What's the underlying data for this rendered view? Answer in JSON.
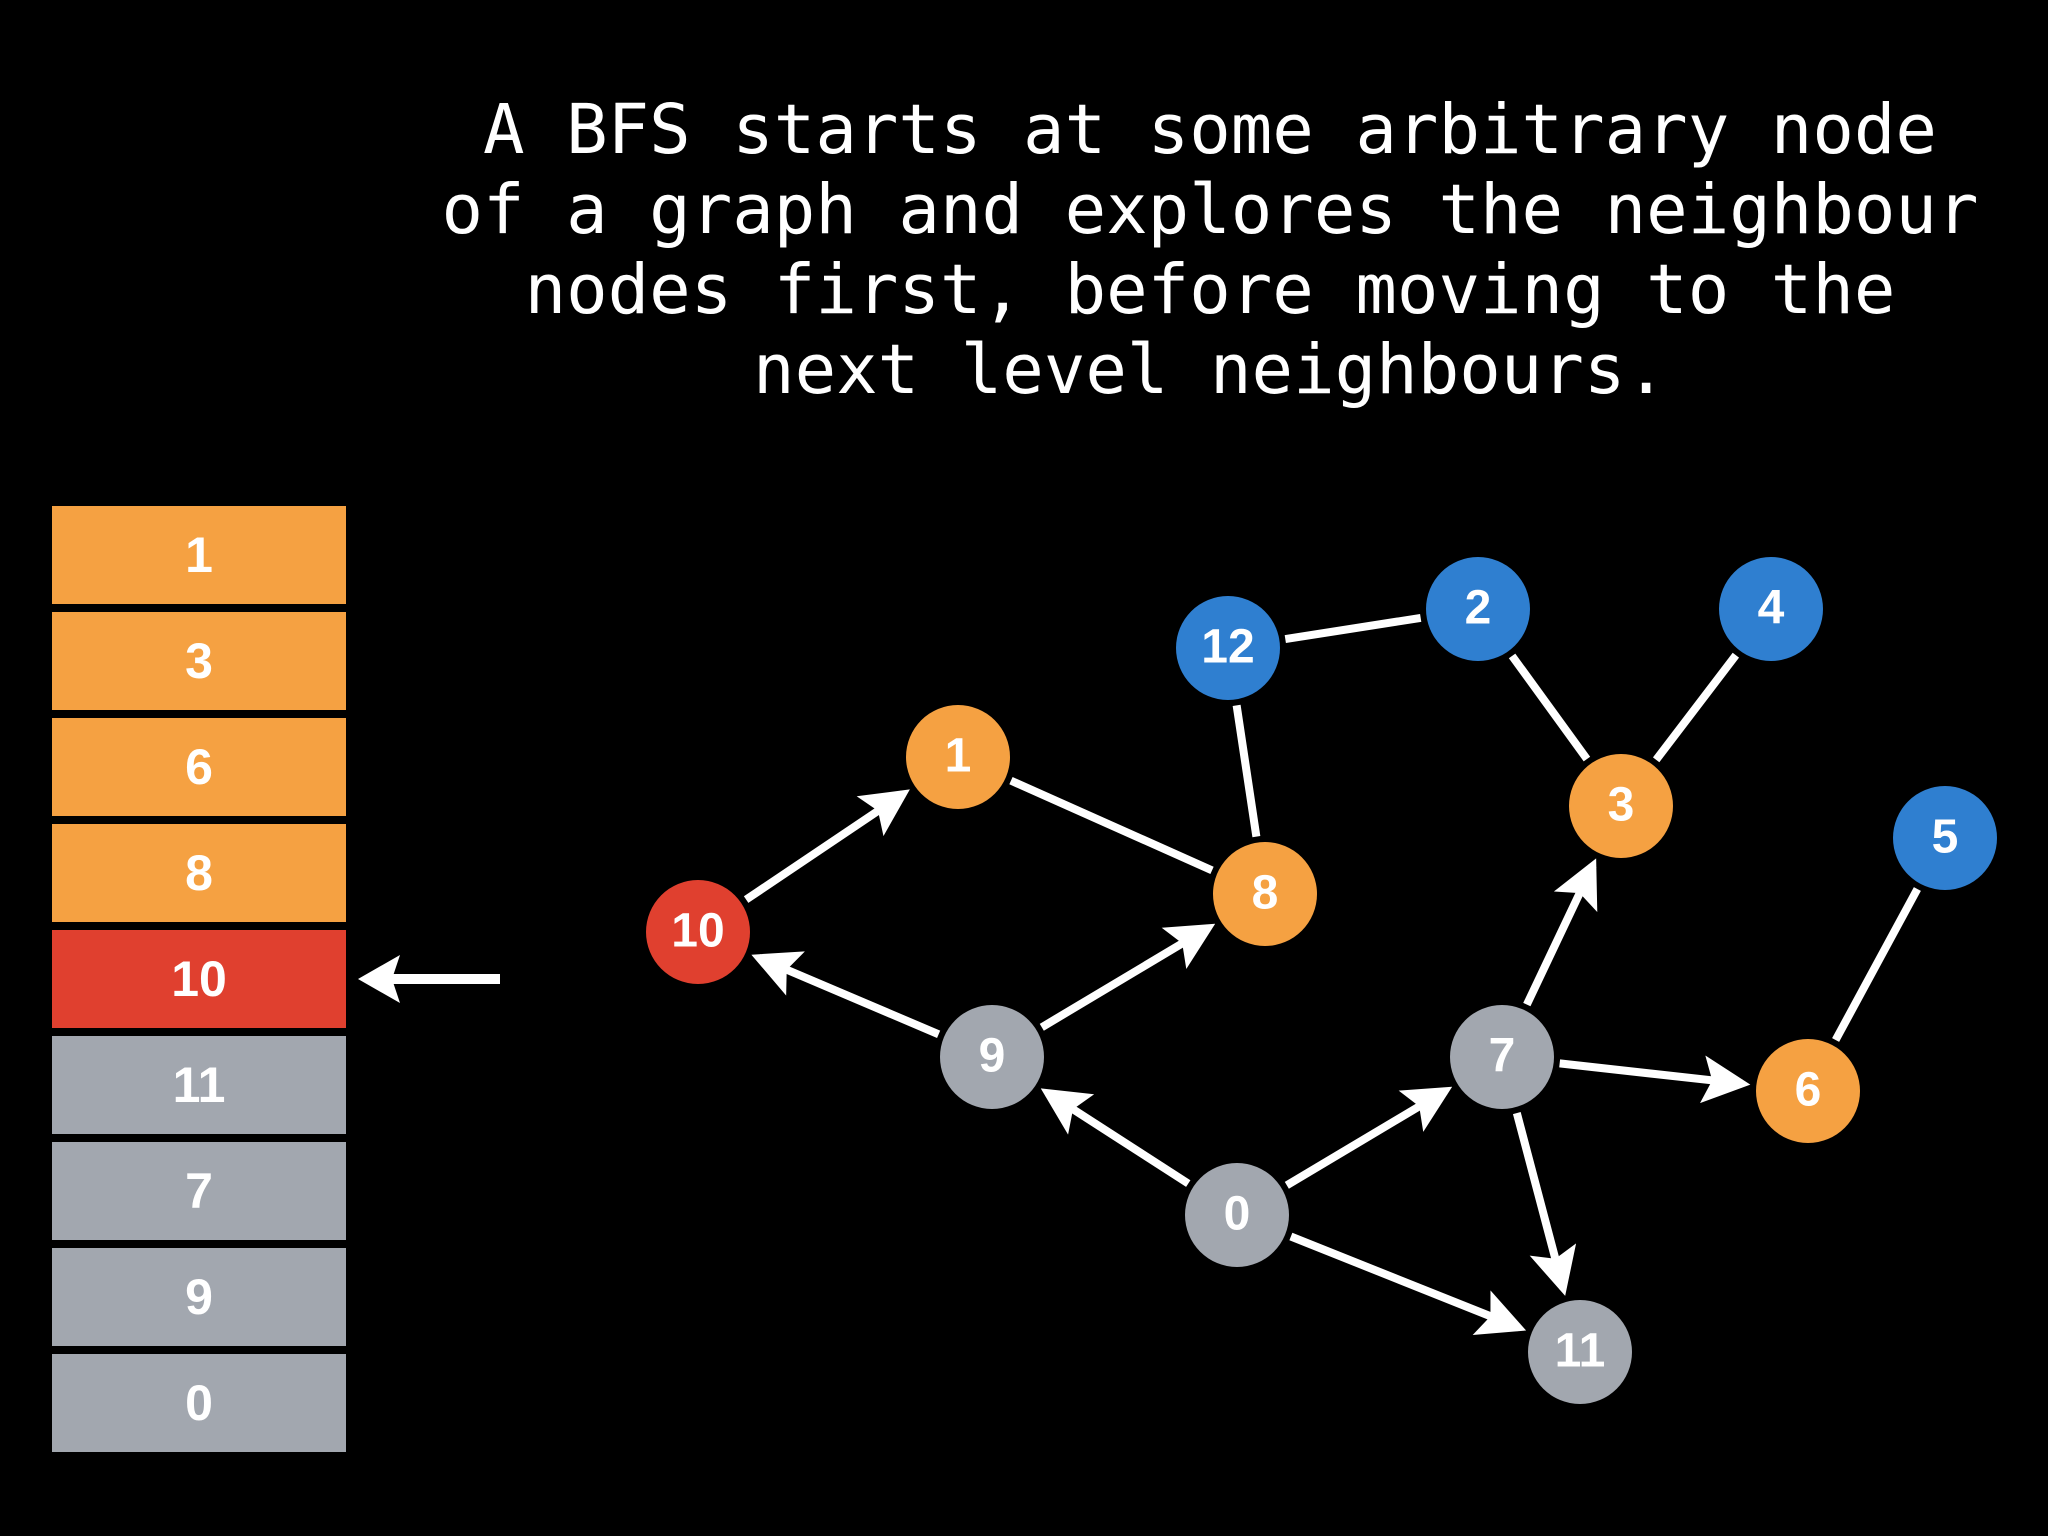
{
  "caption": {
    "lines": [
      "A BFS starts at some arbitrary node",
      "of a graph and explores the neighbour",
      "nodes first, before moving to the",
      "next level neighbours."
    ]
  },
  "colors": {
    "orange": "#F5A142",
    "red": "#E0402F",
    "blue": "#2F7FD0",
    "gray": "#A2A7AF",
    "edge": "#FFFFFF",
    "background": "#000000"
  },
  "queue": {
    "items": [
      {
        "label": "1",
        "state": "orange"
      },
      {
        "label": "3",
        "state": "orange"
      },
      {
        "label": "6",
        "state": "orange"
      },
      {
        "label": "8",
        "state": "orange"
      },
      {
        "label": "10",
        "state": "red"
      },
      {
        "label": "11",
        "state": "gray"
      },
      {
        "label": "7",
        "state": "gray"
      },
      {
        "label": "9",
        "state": "gray"
      },
      {
        "label": "0",
        "state": "gray"
      }
    ],
    "pointer_icon": "left-arrow-icon",
    "current_label": "10"
  },
  "graph": {
    "nodes": [
      {
        "label": "0",
        "state": "gray"
      },
      {
        "label": "1",
        "state": "orange"
      },
      {
        "label": "2",
        "state": "blue"
      },
      {
        "label": "3",
        "state": "orange"
      },
      {
        "label": "4",
        "state": "blue"
      },
      {
        "label": "5",
        "state": "blue"
      },
      {
        "label": "6",
        "state": "orange"
      },
      {
        "label": "7",
        "state": "gray"
      },
      {
        "label": "8",
        "state": "orange"
      },
      {
        "label": "9",
        "state": "gray"
      },
      {
        "label": "10",
        "state": "red"
      },
      {
        "label": "11",
        "state": "gray"
      },
      {
        "label": "12",
        "state": "blue"
      }
    ],
    "edges": [
      {
        "from": "0",
        "to": "9",
        "directed": true
      },
      {
        "from": "0",
        "to": "7",
        "directed": true
      },
      {
        "from": "0",
        "to": "11",
        "directed": true
      },
      {
        "from": "9",
        "to": "10",
        "directed": true
      },
      {
        "from": "9",
        "to": "8",
        "directed": true
      },
      {
        "from": "7",
        "to": "3",
        "directed": true
      },
      {
        "from": "7",
        "to": "6",
        "directed": true
      },
      {
        "from": "7",
        "to": "11",
        "directed": true
      },
      {
        "from": "10",
        "to": "1",
        "directed": true
      },
      {
        "from": "1",
        "to": "8",
        "directed": false
      },
      {
        "from": "8",
        "to": "12",
        "directed": false
      },
      {
        "from": "12",
        "to": "2",
        "directed": false
      },
      {
        "from": "2",
        "to": "3",
        "directed": false
      },
      {
        "from": "3",
        "to": "4",
        "directed": false
      },
      {
        "from": "6",
        "to": "5",
        "directed": false
      }
    ]
  }
}
